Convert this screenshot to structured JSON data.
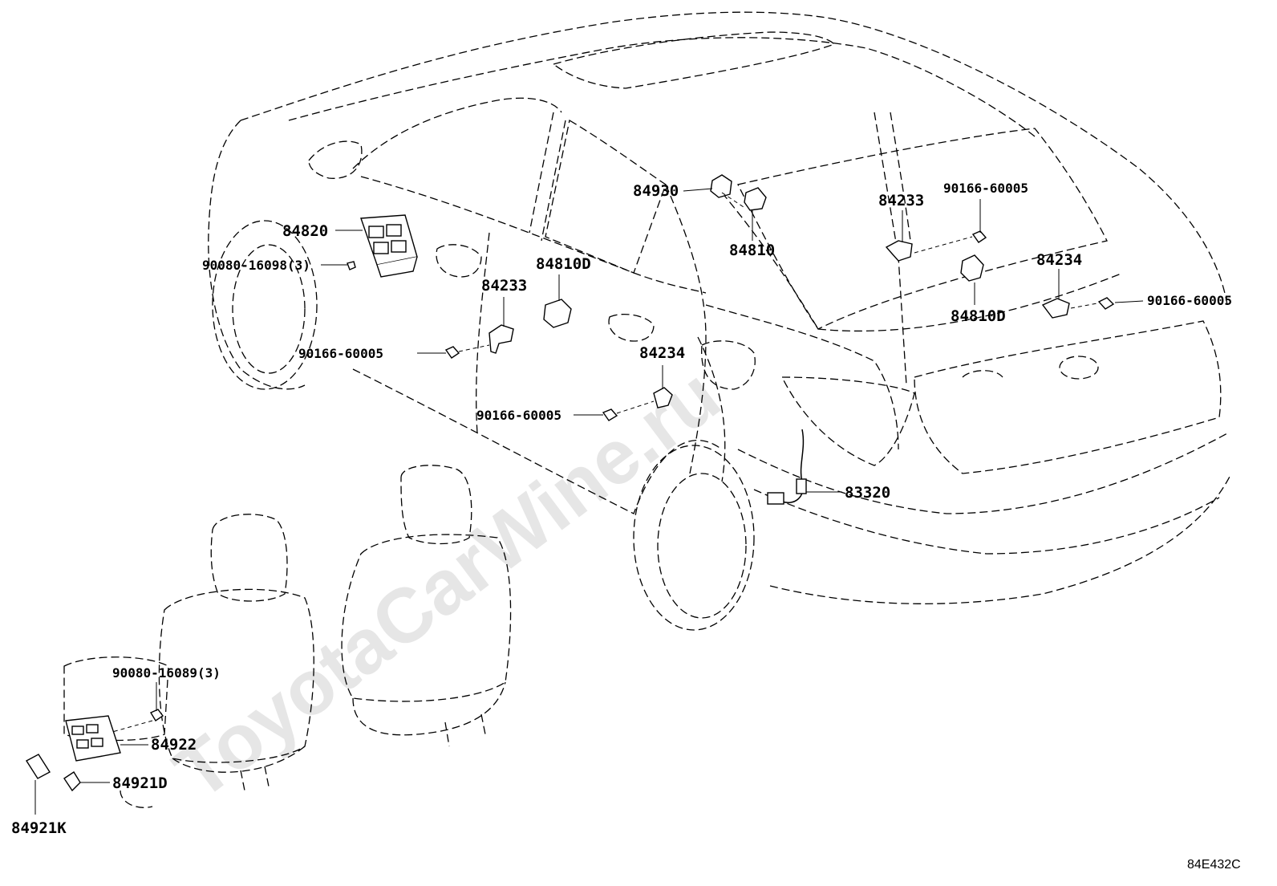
{
  "watermark": "ToyotaCarWine.ru",
  "figure_ref": "84E432C",
  "callouts": {
    "c84930": "84930",
    "c84810": "84810",
    "c84233_rear": "84233",
    "c90166_rear_top": "90166-60005",
    "c84234_rear": "84234",
    "c90166_rear_right": "90166-60005",
    "c84810D_rear": "84810D",
    "c84820": "84820",
    "c90080_16098": "90080-16098(3)",
    "c84233_front": "84233",
    "c84810D_front": "84810D",
    "c90166_front": "90166-60005",
    "c84234_front": "84234",
    "c90166_mid": "90166-60005",
    "c83320": "83320",
    "c90080_16089": "90080-16089(3)",
    "c84922": "84922",
    "c84921D": "84921D",
    "c84921K": "84921K"
  }
}
